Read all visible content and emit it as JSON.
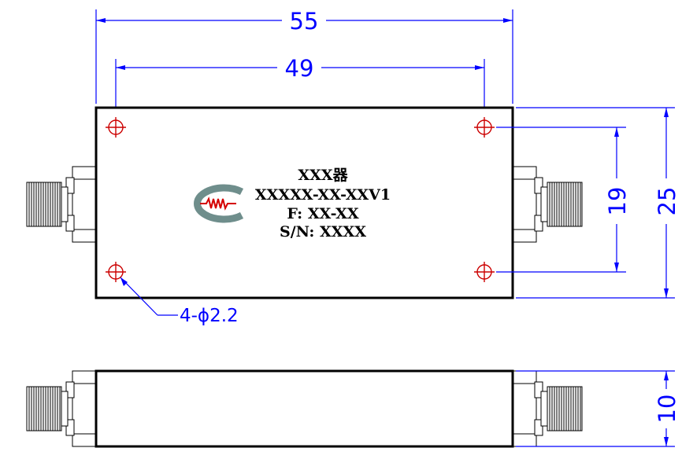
{
  "dimensions": {
    "overall_length": "55",
    "hole_spacing_x": "49",
    "hole_spacing_y": "19",
    "overall_width": "25",
    "height": "10",
    "hole_callout": "4-ϕ2.2"
  },
  "label": {
    "line1": "XXX器",
    "line2": "XXXXX-XX-XXV1",
    "line3": "F: XX-XX",
    "line4": "S/N: XXXX"
  },
  "colors": {
    "dimension": "#0000ff",
    "outline": "#000000",
    "holes": "#cc0000",
    "logo_ring": "#6f8e8c",
    "logo_wave": "#d40000"
  },
  "icons": {
    "logo": "company-logo",
    "hole": "mounting-hole",
    "connector": "sma-connector"
  }
}
